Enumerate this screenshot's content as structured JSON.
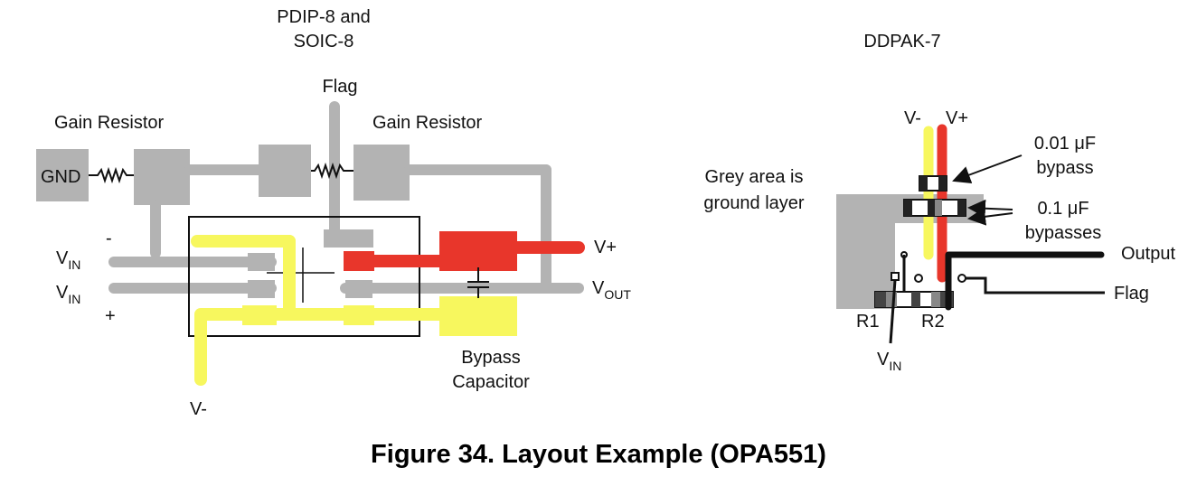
{
  "caption": "Figure 34.  Layout Example (OPA551)",
  "left_panel": {
    "package_title_line1": "PDIP-8 and",
    "package_title_line2": "SOIC-8",
    "flag_label": "Flag",
    "gain_resistor_left": "Gain Resistor",
    "gain_resistor_right": "Gain Resistor",
    "gnd_label": "GND",
    "minus_sign": "-",
    "plus_sign": "+",
    "vin_main": "V",
    "vin_sub": "IN",
    "vplus_label": "V+",
    "vout_main": "V",
    "vout_sub": "OUT",
    "vminus_label": "V-",
    "bypass_line1": "Bypass",
    "bypass_line2": "Capacitor"
  },
  "right_panel": {
    "package_title": "DDPAK-7",
    "vminus_label": "V-",
    "vplus_label": "V+",
    "cap_small_line1": "0.01 μF",
    "cap_small_line2": "bypass",
    "ground_note_line1": "Grey area is",
    "ground_note_line2": "ground layer",
    "cap_large_line1": "0.1 μF",
    "cap_large_line2": "bypasses",
    "output_label": "Output",
    "flag_label": "Flag",
    "r1_label": "R1",
    "r2_label": "R2",
    "vin_main": "V",
    "vin_sub": "IN"
  },
  "colors": {
    "trace_grey": "#b3b3b3",
    "supply_positive": "#e8362b",
    "supply_negative": "#f7f75e",
    "text": "#111111"
  }
}
